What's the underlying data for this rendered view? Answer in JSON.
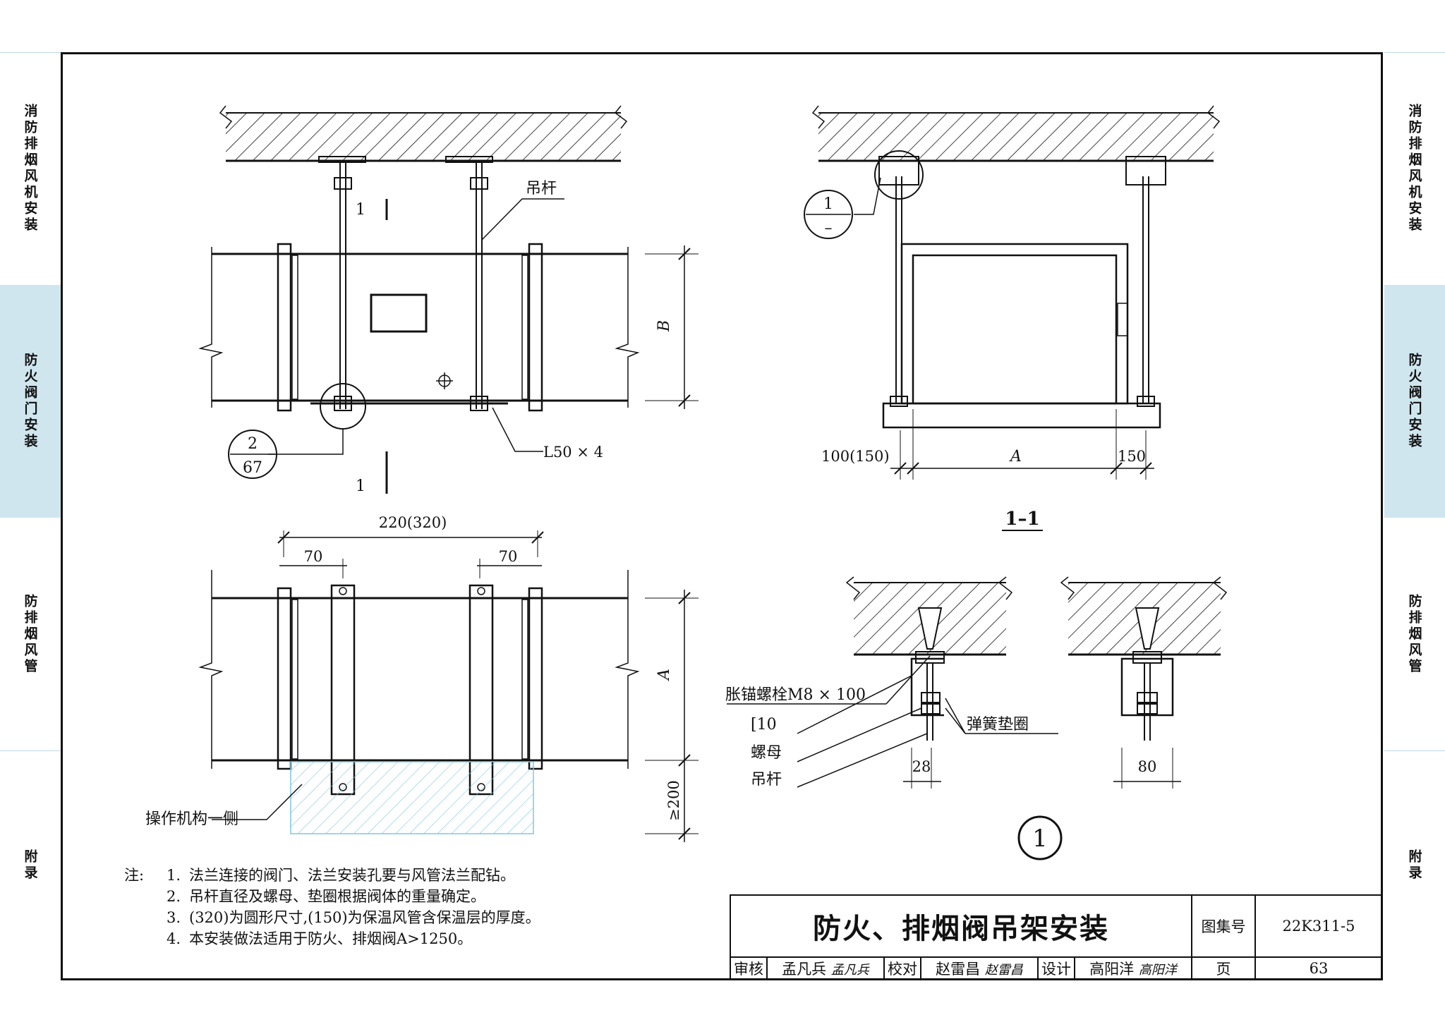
{
  "side_tabs": [
    {
      "label": "消防排烟风机安装",
      "active": false
    },
    {
      "label": "防火阀门安装",
      "active": true
    },
    {
      "label": "防排烟风管",
      "active": false
    },
    {
      "label": "附录",
      "active": false
    }
  ],
  "top_view": {
    "hanger_rod_label": "吊杆",
    "section_mark": "1",
    "dim_B": "B",
    "angle_label": "L50 × 4",
    "detail_ref_top": "2",
    "detail_ref_bottom": "67"
  },
  "plan_view": {
    "dim_total": "220(320)",
    "dim_left": "70",
    "dim_right": "70",
    "dim_A": "A",
    "dim_clearance": "≥200",
    "operating_side_label": "操作机构一侧"
  },
  "section_view": {
    "detail_ref_top": "1",
    "detail_ref_bottom": "–",
    "dim_left": "100(150)",
    "dim_A": "A",
    "dim_right": "150",
    "title": "1–1"
  },
  "detail_view": {
    "anchor_bolt_label": "胀锚螺栓M8 × 100",
    "channel_label": "[10",
    "nut_label": "螺母",
    "rod_label": "吊杆",
    "washer_label": "弹簧垫圈",
    "dim_28": "28",
    "dim_80": "80",
    "detail_number": "1"
  },
  "notes": {
    "lead": "注:",
    "items": [
      {
        "num": "1.",
        "text": "法兰连接的阀门、法兰安装孔要与风管法兰配钻。"
      },
      {
        "num": "2.",
        "text": "吊杆直径及螺母、垫圈根据阀体的重量确定。"
      },
      {
        "num": "3.",
        "text": "(320)为圆形尺寸,(150)为保温风管含保温层的厚度。"
      },
      {
        "num": "4.",
        "text": "本安装做法适用于防火、排烟阀A>1250。"
      }
    ]
  },
  "title_block": {
    "title": "防火、排烟阀吊架安装",
    "atlas_label": "图集号",
    "atlas_no": "22K311-5",
    "review_label": "审核",
    "reviewer": "孟凡兵",
    "review_sign": "孟凡兵",
    "check_label": "校对",
    "checker": "赵雷昌",
    "check_sign": "赵雷昌",
    "design_label": "设计",
    "designer": "高阳洋",
    "design_sign": "高阳洋",
    "page_label": "页",
    "page_no": "63"
  }
}
